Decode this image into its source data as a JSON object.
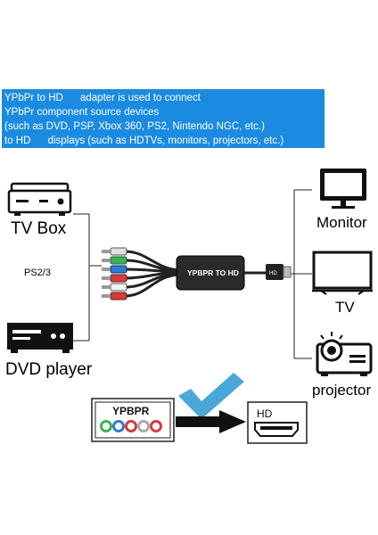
{
  "banner": {
    "lines": [
      "YPbPr to HD      adapter is used to connect",
      "YPbPr component source devices",
      "(such as DVD, PSP, Xbox 360, PS2, Nintendo NGC, etc.)",
      "to HD      displays (such as HDTVs, monitors, projectors, etc.)"
    ],
    "color": "#1a8be0"
  },
  "sources": {
    "tv_box": "TV Box",
    "ps": "PS2/3",
    "dvd_player": "DVD player"
  },
  "displays": {
    "monitor": "Monitor",
    "tv": "TV",
    "projector": "projector"
  },
  "adapter": {
    "label": "YPBPR TO HD",
    "plug_label": "HD"
  },
  "bottom": {
    "input_label": "YPBPR",
    "output_label": "HD",
    "check_color": "#4aa8d8"
  }
}
